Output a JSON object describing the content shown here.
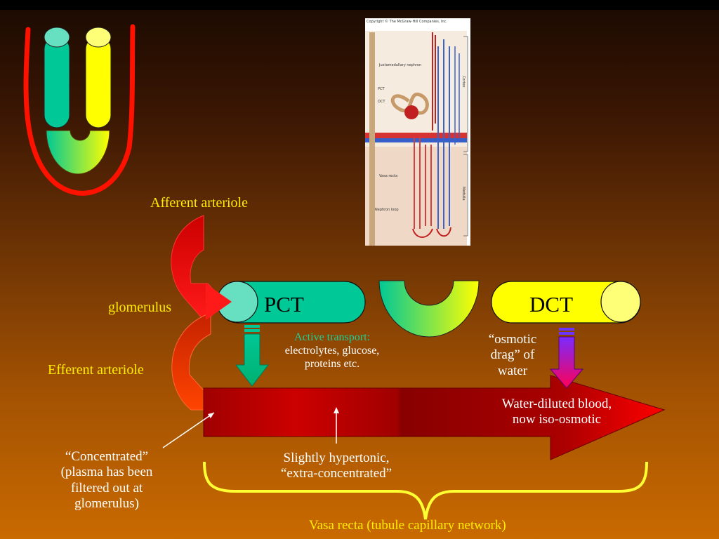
{
  "colors": {
    "tubule_green": "#00c896",
    "tubule_yellow": "#ffff00",
    "vessel_red": "#cc0000",
    "label_yellow": "#ffee00",
    "brace_yellow": "#ffff33"
  },
  "labels": {
    "afferent": "Afferent arteriole",
    "glomerulus": "glomerulus",
    "efferent": "Efferent arteriole",
    "pct": "PCT",
    "dct": "DCT",
    "active_transport_title": "Active transport:",
    "active_transport_line1": "electrolytes, glucose,",
    "active_transport_line2": "proteins etc.",
    "osmotic_line1": "“osmotic",
    "osmotic_line2": "drag” of",
    "osmotic_line3": "water",
    "water_diluted_line1": "Water-diluted blood,",
    "water_diluted_line2": "now iso-osmotic",
    "concentrated_line1": "“Concentrated”",
    "concentrated_line2": "(plasma has been",
    "concentrated_line3": "filtered out at",
    "concentrated_line4": "glomerulus)",
    "hypertonic_line1": "Slightly hypertonic,",
    "hypertonic_line2": "“extra-concentrated”",
    "vasa_recta": "Vasa recta (tubule capillary network)"
  },
  "photo": {
    "label_juxta": "Juxtamedullary nephron",
    "label_pct": "PCT",
    "label_dct": "DCT",
    "label_vasa": "Vasa recta",
    "label_loop": "Nephron loop",
    "label_cortex": "Cortex",
    "label_medulla": "Medulla",
    "copyright": "Copyright © The McGraw-Hill Companies, Inc."
  }
}
